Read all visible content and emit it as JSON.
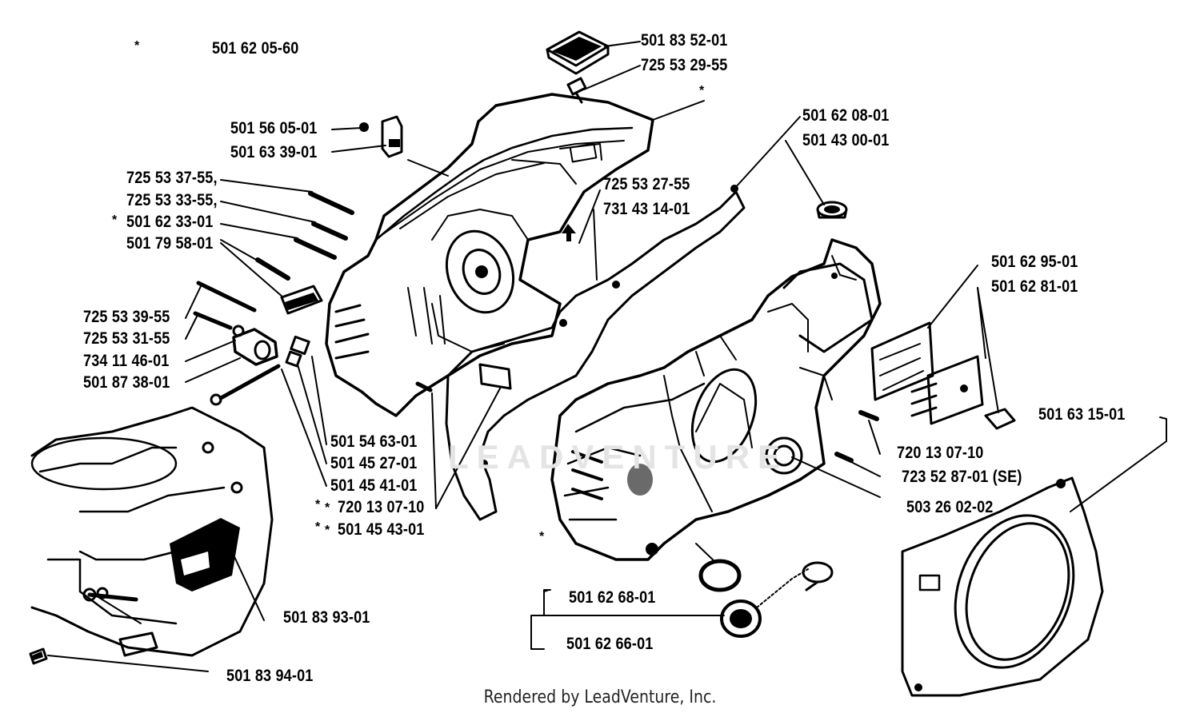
{
  "diagram": {
    "watermark_text": "LEADVENTURE",
    "footer": "Rendered by LeadVenture, Inc.",
    "star_glyph": "*",
    "labels": [
      {
        "id": "p01",
        "text": "501 62 05-60"
      },
      {
        "id": "p02",
        "text": "501 83 52-01"
      },
      {
        "id": "p03",
        "text": "725 53 29-55"
      },
      {
        "id": "p04",
        "text": "501 56 05-01"
      },
      {
        "id": "p05",
        "text": "501 63 39-01"
      },
      {
        "id": "p06",
        "text": "501 62 08-01"
      },
      {
        "id": "p07",
        "text": "501 43 00-01"
      },
      {
        "id": "p08",
        "text": "725 53 37-55,"
      },
      {
        "id": "p09",
        "text": "725 53 33-55,"
      },
      {
        "id": "p10",
        "text": "501 62 33-01"
      },
      {
        "id": "p11",
        "text": "501 79 58-01"
      },
      {
        "id": "p12",
        "text": "725 53 27-55"
      },
      {
        "id": "p13",
        "text": "731 43 14-01"
      },
      {
        "id": "p14",
        "text": "501 62 95-01"
      },
      {
        "id": "p15",
        "text": "501 62 81-01"
      },
      {
        "id": "p16",
        "text": "725 53 39-55"
      },
      {
        "id": "p17",
        "text": "725 53 31-55"
      },
      {
        "id": "p18",
        "text": "734 11 46-01"
      },
      {
        "id": "p19",
        "text": "501 87 38-01"
      },
      {
        "id": "p20",
        "text": "501 63 15-01"
      },
      {
        "id": "p21",
        "text": "501 54 63-01"
      },
      {
        "id": "p22",
        "text": "501 45 27-01"
      },
      {
        "id": "p23",
        "text": "501 45 41-01"
      },
      {
        "id": "p24",
        "text": "720 13 07-10"
      },
      {
        "id": "p25",
        "text": "501 45 43-01"
      },
      {
        "id": "p26",
        "text": "720 13 07-10"
      },
      {
        "id": "p27",
        "text": "723 52 87-01 (SE)"
      },
      {
        "id": "p28",
        "text": "503 26 02-02"
      },
      {
        "id": "p29",
        "text": "501 62 68-01"
      },
      {
        "id": "p30",
        "text": "501 62 66-01"
      },
      {
        "id": "p31",
        "text": "501 83 93-01"
      },
      {
        "id": "p32",
        "text": "501 83 94-01"
      }
    ]
  }
}
